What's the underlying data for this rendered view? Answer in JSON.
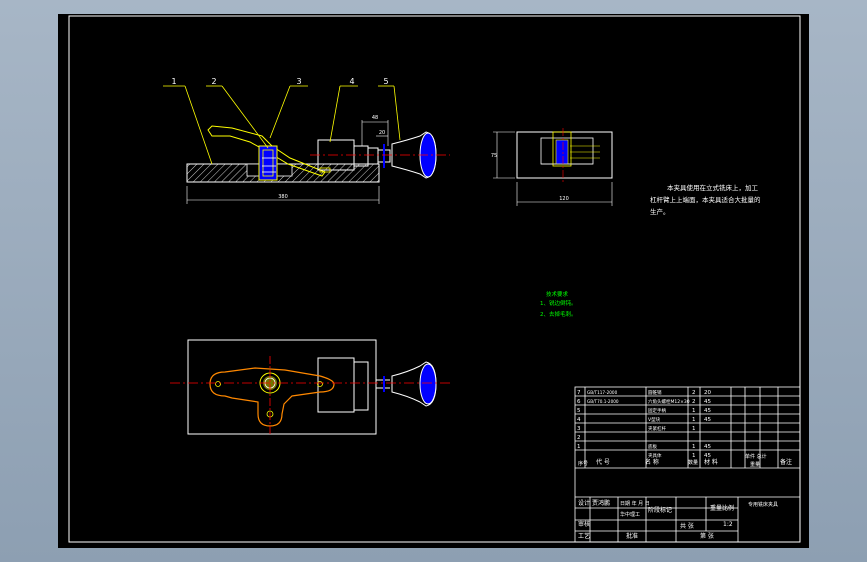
{
  "drawing": {
    "background": "#000000",
    "frame_color": "#ffffff",
    "colors": {
      "part_white": "#ffffff",
      "part_yellow": "#ffff00",
      "part_blue": "#0000ff",
      "part_orange": "#ff8800",
      "centerline_red": "#ff0000",
      "note_green": "#00ff00",
      "leader_yellow": "#ffff00"
    },
    "balloons": [
      "1",
      "2",
      "3",
      "4",
      "5"
    ],
    "dimensions": {
      "overall_length": "380",
      "side_width": "120",
      "side_height": "75",
      "top_small_1": "48",
      "top_small_2": "20"
    },
    "note": {
      "line1": "本夹具使用在立式铣床上，加工",
      "line2": "杠杆臂上上端面，本夹具适合大批量的",
      "line3": "生产。"
    },
    "tech_req": {
      "title": "技术要求",
      "item1": "1、锐边倒钝。",
      "item2": "2、去掉毛刺。"
    },
    "title_block": {
      "parts": [
        {
          "idx": "7",
          "code": "GB/T117-2000",
          "name": "圆锥销",
          "qty": "2",
          "mat": "20"
        },
        {
          "idx": "6",
          "code": "GB/T70.1-2000",
          "name": "六角头螺栓M12×30",
          "qty": "2",
          "mat": "45"
        },
        {
          "idx": "5",
          "code": "",
          "name": "固定手柄",
          "qty": "1",
          "mat": "45"
        },
        {
          "idx": "4",
          "code": "",
          "name": "V型块",
          "qty": "1",
          "mat": "45"
        },
        {
          "idx": "3",
          "code": "",
          "name": "夹紧杠杆",
          "qty": "1",
          "mat": ""
        },
        {
          "idx": "2",
          "code": "",
          "name": "",
          "qty": "",
          "mat": ""
        },
        {
          "idx": "1",
          "code": "",
          "name": "底板",
          "qty": "1",
          "mat": "45"
        },
        {
          "idx": "",
          "code": "",
          "name": "夹具体",
          "qty": "1",
          "mat": "45"
        }
      ],
      "headers": {
        "idx": "序号",
        "code": "代 号",
        "name": "名 称",
        "qty": "数量",
        "mat": "材 料",
        "weight_single": "单件 总计",
        "weight": "重量",
        "remark": "备注"
      },
      "drawing_name": "专用铣床夹具",
      "design_label": "设计",
      "design_value": "贾鸿鹏",
      "design_note": "日期 年 月 日",
      "school": "华中理工",
      "stage_label": "阶段标记",
      "weight_label": "重量",
      "scale_label": "比例",
      "scale_value": "1:2",
      "check_label": "审核",
      "process_label": "工艺",
      "approve_label": "批准",
      "sheet_label": "共 张",
      "sheet_of": "第 张"
    }
  }
}
